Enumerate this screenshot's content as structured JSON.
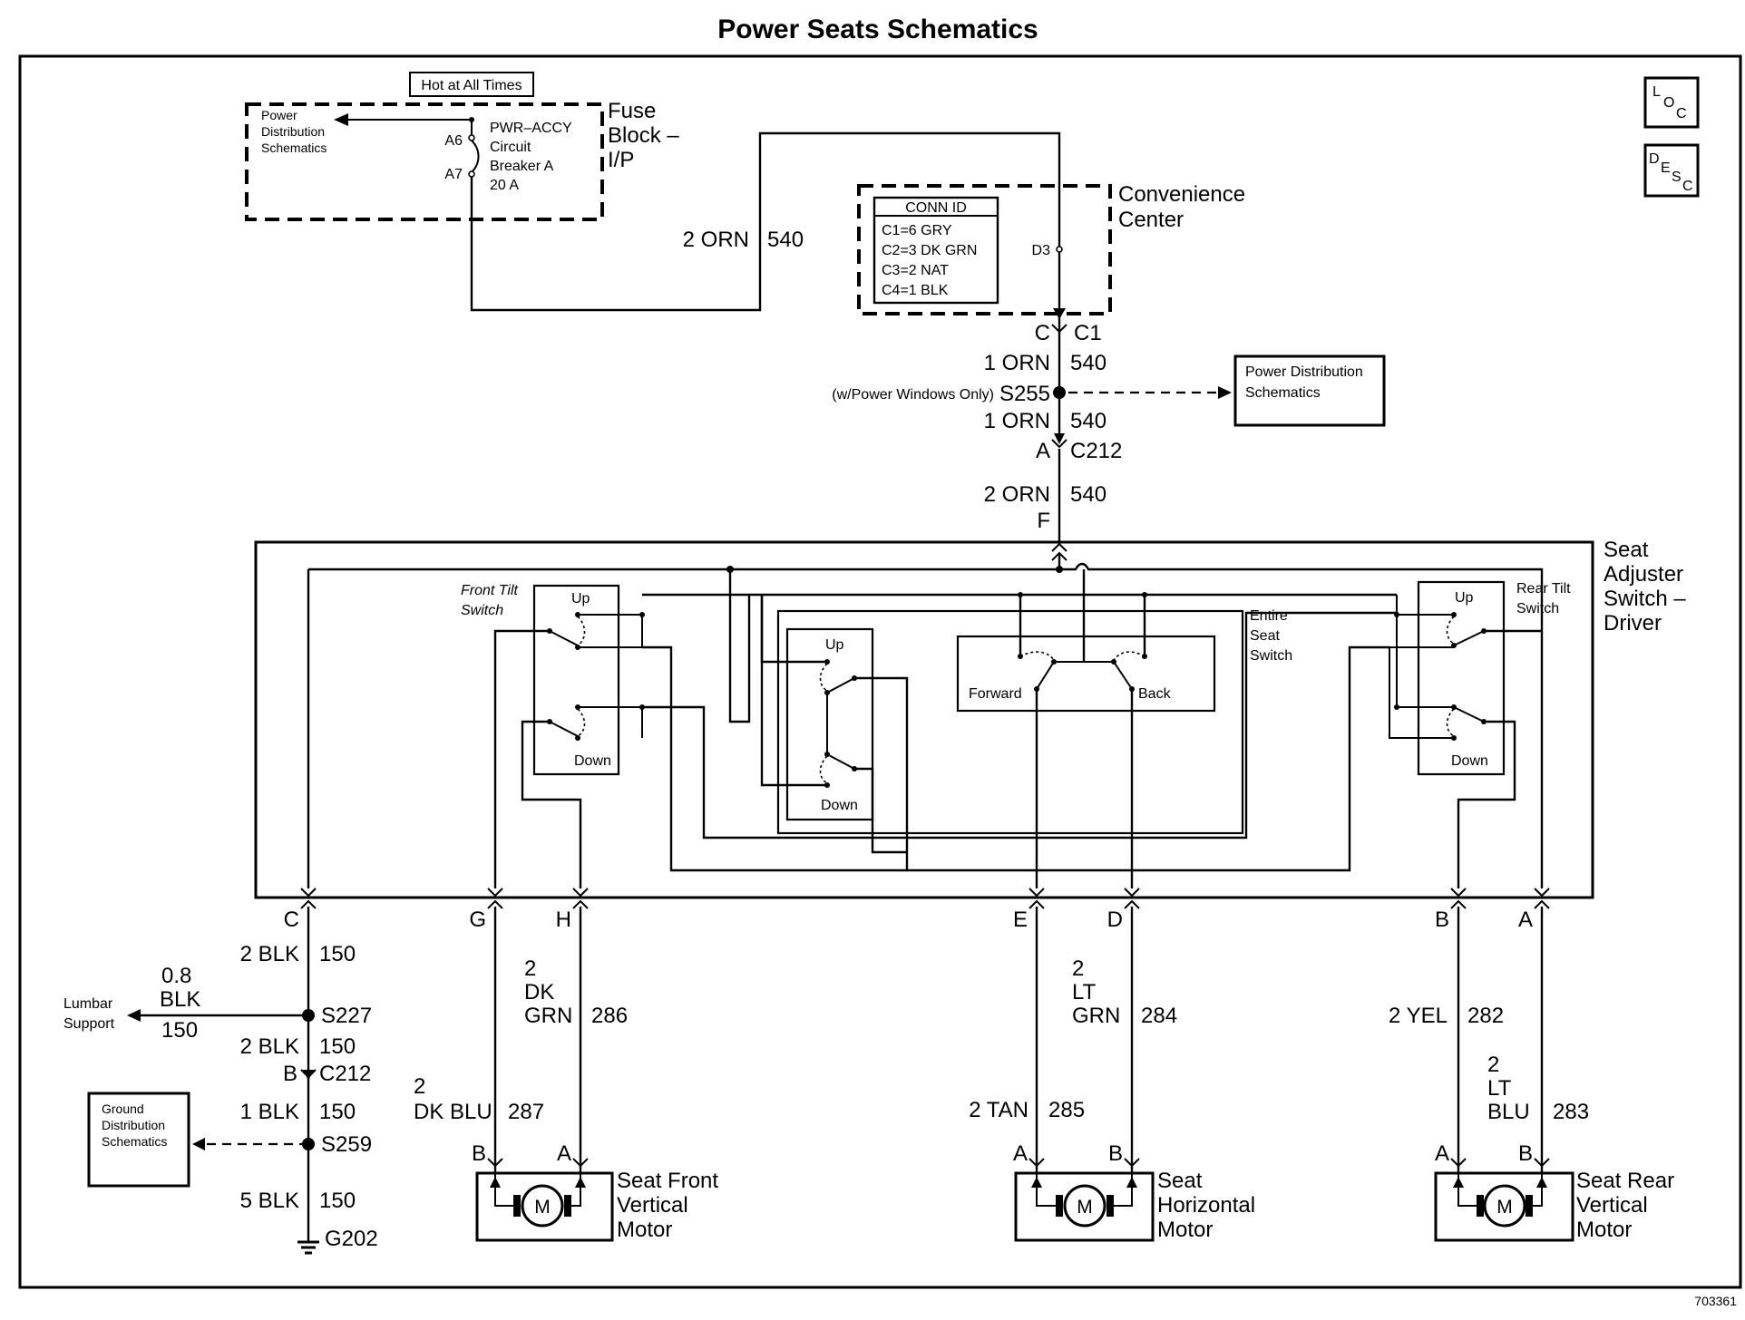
{
  "title": "Power Seats Schematics",
  "figure_number": "703361",
  "corner_icons": [
    {
      "name": "loc-icon",
      "glyph": "LOC"
    },
    {
      "name": "desc-icon",
      "glyph": "DESC"
    }
  ],
  "hot_at_all_times": "Hot at All Times",
  "fuse_block": {
    "title_lines": [
      "Fuse",
      "Block –",
      "I/P"
    ],
    "power_distribution_lines": [
      "Power",
      "Distribution",
      "Schematics"
    ],
    "pin_a6": "A6",
    "pin_a7": "A7",
    "breaker_lines": [
      "PWR–ACCY",
      "Circuit",
      "Breaker A",
      "20 A"
    ]
  },
  "feed_wire": {
    "gauge": "2 ORN",
    "circuit": "540"
  },
  "convenience_center": {
    "title_lines": [
      "Convenience",
      "Center"
    ],
    "conn_id_header": "CONN ID",
    "conn_ids": [
      "C1=6 GRY",
      "C2=3 DK GRN",
      "C3=2 NAT",
      "C4=1 BLK"
    ],
    "pin": "D3"
  },
  "upper_connectors": {
    "c1_pin": "C",
    "c1_name": "C1",
    "wire1_gauge": "1 ORN",
    "wire1_circuit": "540",
    "splice_note": "(w/Power Windows Only)",
    "splice": "S255",
    "wire2_gauge": "1 ORN",
    "wire2_circuit": "540",
    "c212_pin": "A",
    "c212_name": "C212",
    "wire3_gauge": "2 ORN",
    "wire3_circuit": "540",
    "switch_pin": "F"
  },
  "power_distribution_lines": [
    "Power Distribution",
    "Schematics"
  ],
  "seat_switch": {
    "title_lines": [
      "Seat",
      "Adjuster",
      "Switch –",
      "Driver"
    ],
    "front_tilt_lines": [
      "Front Tilt",
      "Switch"
    ],
    "rear_tilt_lines": [
      "Rear Tilt",
      "Switch"
    ],
    "entire_seat_lines": [
      "Entire",
      "Seat",
      "Switch"
    ],
    "up": "Up",
    "down": "Down",
    "forward": "Forward",
    "back": "Back"
  },
  "bottom_pins": [
    "C",
    "G",
    "H",
    "E",
    "D",
    "B",
    "A"
  ],
  "ground_circuit": {
    "wire1_gauge": "2 BLK",
    "wire1_circuit": "150",
    "lumbar_lines": [
      "Lumbar",
      "Support"
    ],
    "lumbar_wire_gauge_lines": [
      "0.8",
      "BLK"
    ],
    "lumbar_wire_circuit": "150",
    "splice1": "S227",
    "wire2_gauge": "2 BLK",
    "wire2_circuit": "150",
    "c212_pin": "B",
    "c212_name": "C212",
    "wire3_gauge": "1 BLK",
    "wire3_circuit": "150",
    "ground_dist_lines": [
      "Ground",
      "Distribution",
      "Schematics"
    ],
    "splice2": "S259",
    "wire4_gauge": "5 BLK",
    "wire4_circuit": "150",
    "ground": "G202"
  },
  "front_vertical": {
    "wire_h_lines": [
      "2",
      "DK",
      "GRN"
    ],
    "wire_h_circuit": "286",
    "wire_g_lines": [
      "2",
      "DK BLU"
    ],
    "wire_g_circuit": "287",
    "pin_b": "B",
    "pin_a": "A",
    "motor_title_lines": [
      "Seat Front",
      "Vertical",
      "Motor"
    ],
    "motor_symbol": "M"
  },
  "horizontal": {
    "wire_d_lines": [
      "2",
      "LT",
      "GRN"
    ],
    "wire_d_circuit": "284",
    "wire_e_gauge": "2 TAN",
    "wire_e_circuit": "285",
    "pin_a": "A",
    "pin_b": "B",
    "motor_title_lines": [
      "Seat",
      "Horizontal",
      "Motor"
    ],
    "motor_symbol": "M"
  },
  "rear_vertical": {
    "wire_b_gauge": "2 YEL",
    "wire_b_circuit": "282",
    "wire_a_lines": [
      "2",
      "LT",
      "BLU"
    ],
    "wire_a_circuit": "283",
    "pin_a": "A",
    "pin_b": "B",
    "motor_title_lines": [
      "Seat Rear",
      "Vertical",
      "Motor"
    ],
    "motor_symbol": "M"
  }
}
